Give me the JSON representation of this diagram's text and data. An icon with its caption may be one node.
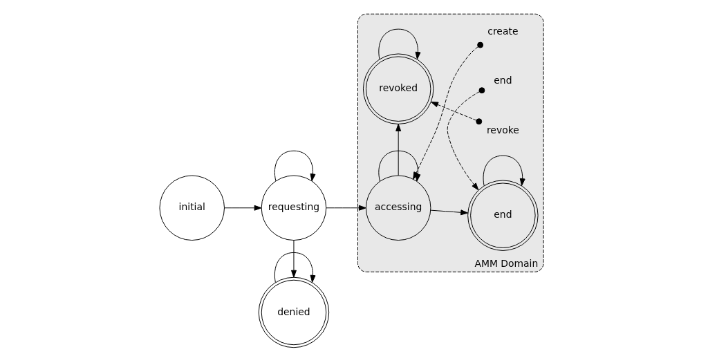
{
  "diagram": {
    "nodes": [
      {
        "text": [
          "initial"
        ]
      },
      {
        "text": [
          "requesting"
        ]
      },
      {
        "text": [
          "denied"
        ]
      },
      {
        "text": [
          "AMM Domain"
        ]
      },
      {
        "text": [
          "accessing"
        ],
        "in": 3
      },
      {
        "text": [
          "end"
        ],
        "in": 3
      },
      {
        "text": [
          "revoked"
        ],
        "in": 3
      },
      {
        "text": [
          "end"
        ],
        "in": 3
      },
      {
        "text": [
          "create"
        ],
        "in": 3
      },
      {
        "text": [
          "revoke"
        ],
        "in": 3
      }
    ],
    "edges": [
      {
        "from": 0,
        "to": 1,
        "arrow": "to"
      },
      {
        "from": 1,
        "to": 1,
        "arrow": "to"
      },
      {
        "from": 1,
        "to": 4,
        "arrow": "to"
      },
      {
        "from": 1,
        "to": 2,
        "arrow": "to"
      },
      {
        "from": 2,
        "to": 2,
        "arrow": "to"
      },
      {
        "from": 4,
        "to": 4,
        "arrow": "to"
      },
      {
        "from": 4,
        "to": 5,
        "arrow": "to"
      },
      {
        "from": 5,
        "to": 5,
        "arrow": "to"
      },
      {
        "from": 4,
        "to": 6,
        "arrow": "to"
      },
      {
        "from": 6,
        "to": 6,
        "arrow": "to"
      },
      {
        "from": 7,
        "to": 5,
        "arrow": "to",
        "style": "dashed"
      },
      {
        "from": 8,
        "to": 4,
        "arrow": "to",
        "style": "dashed"
      },
      {
        "from": 9,
        "to": 6,
        "arrow": "to",
        "style": "dashed"
      }
    ]
  }
}
